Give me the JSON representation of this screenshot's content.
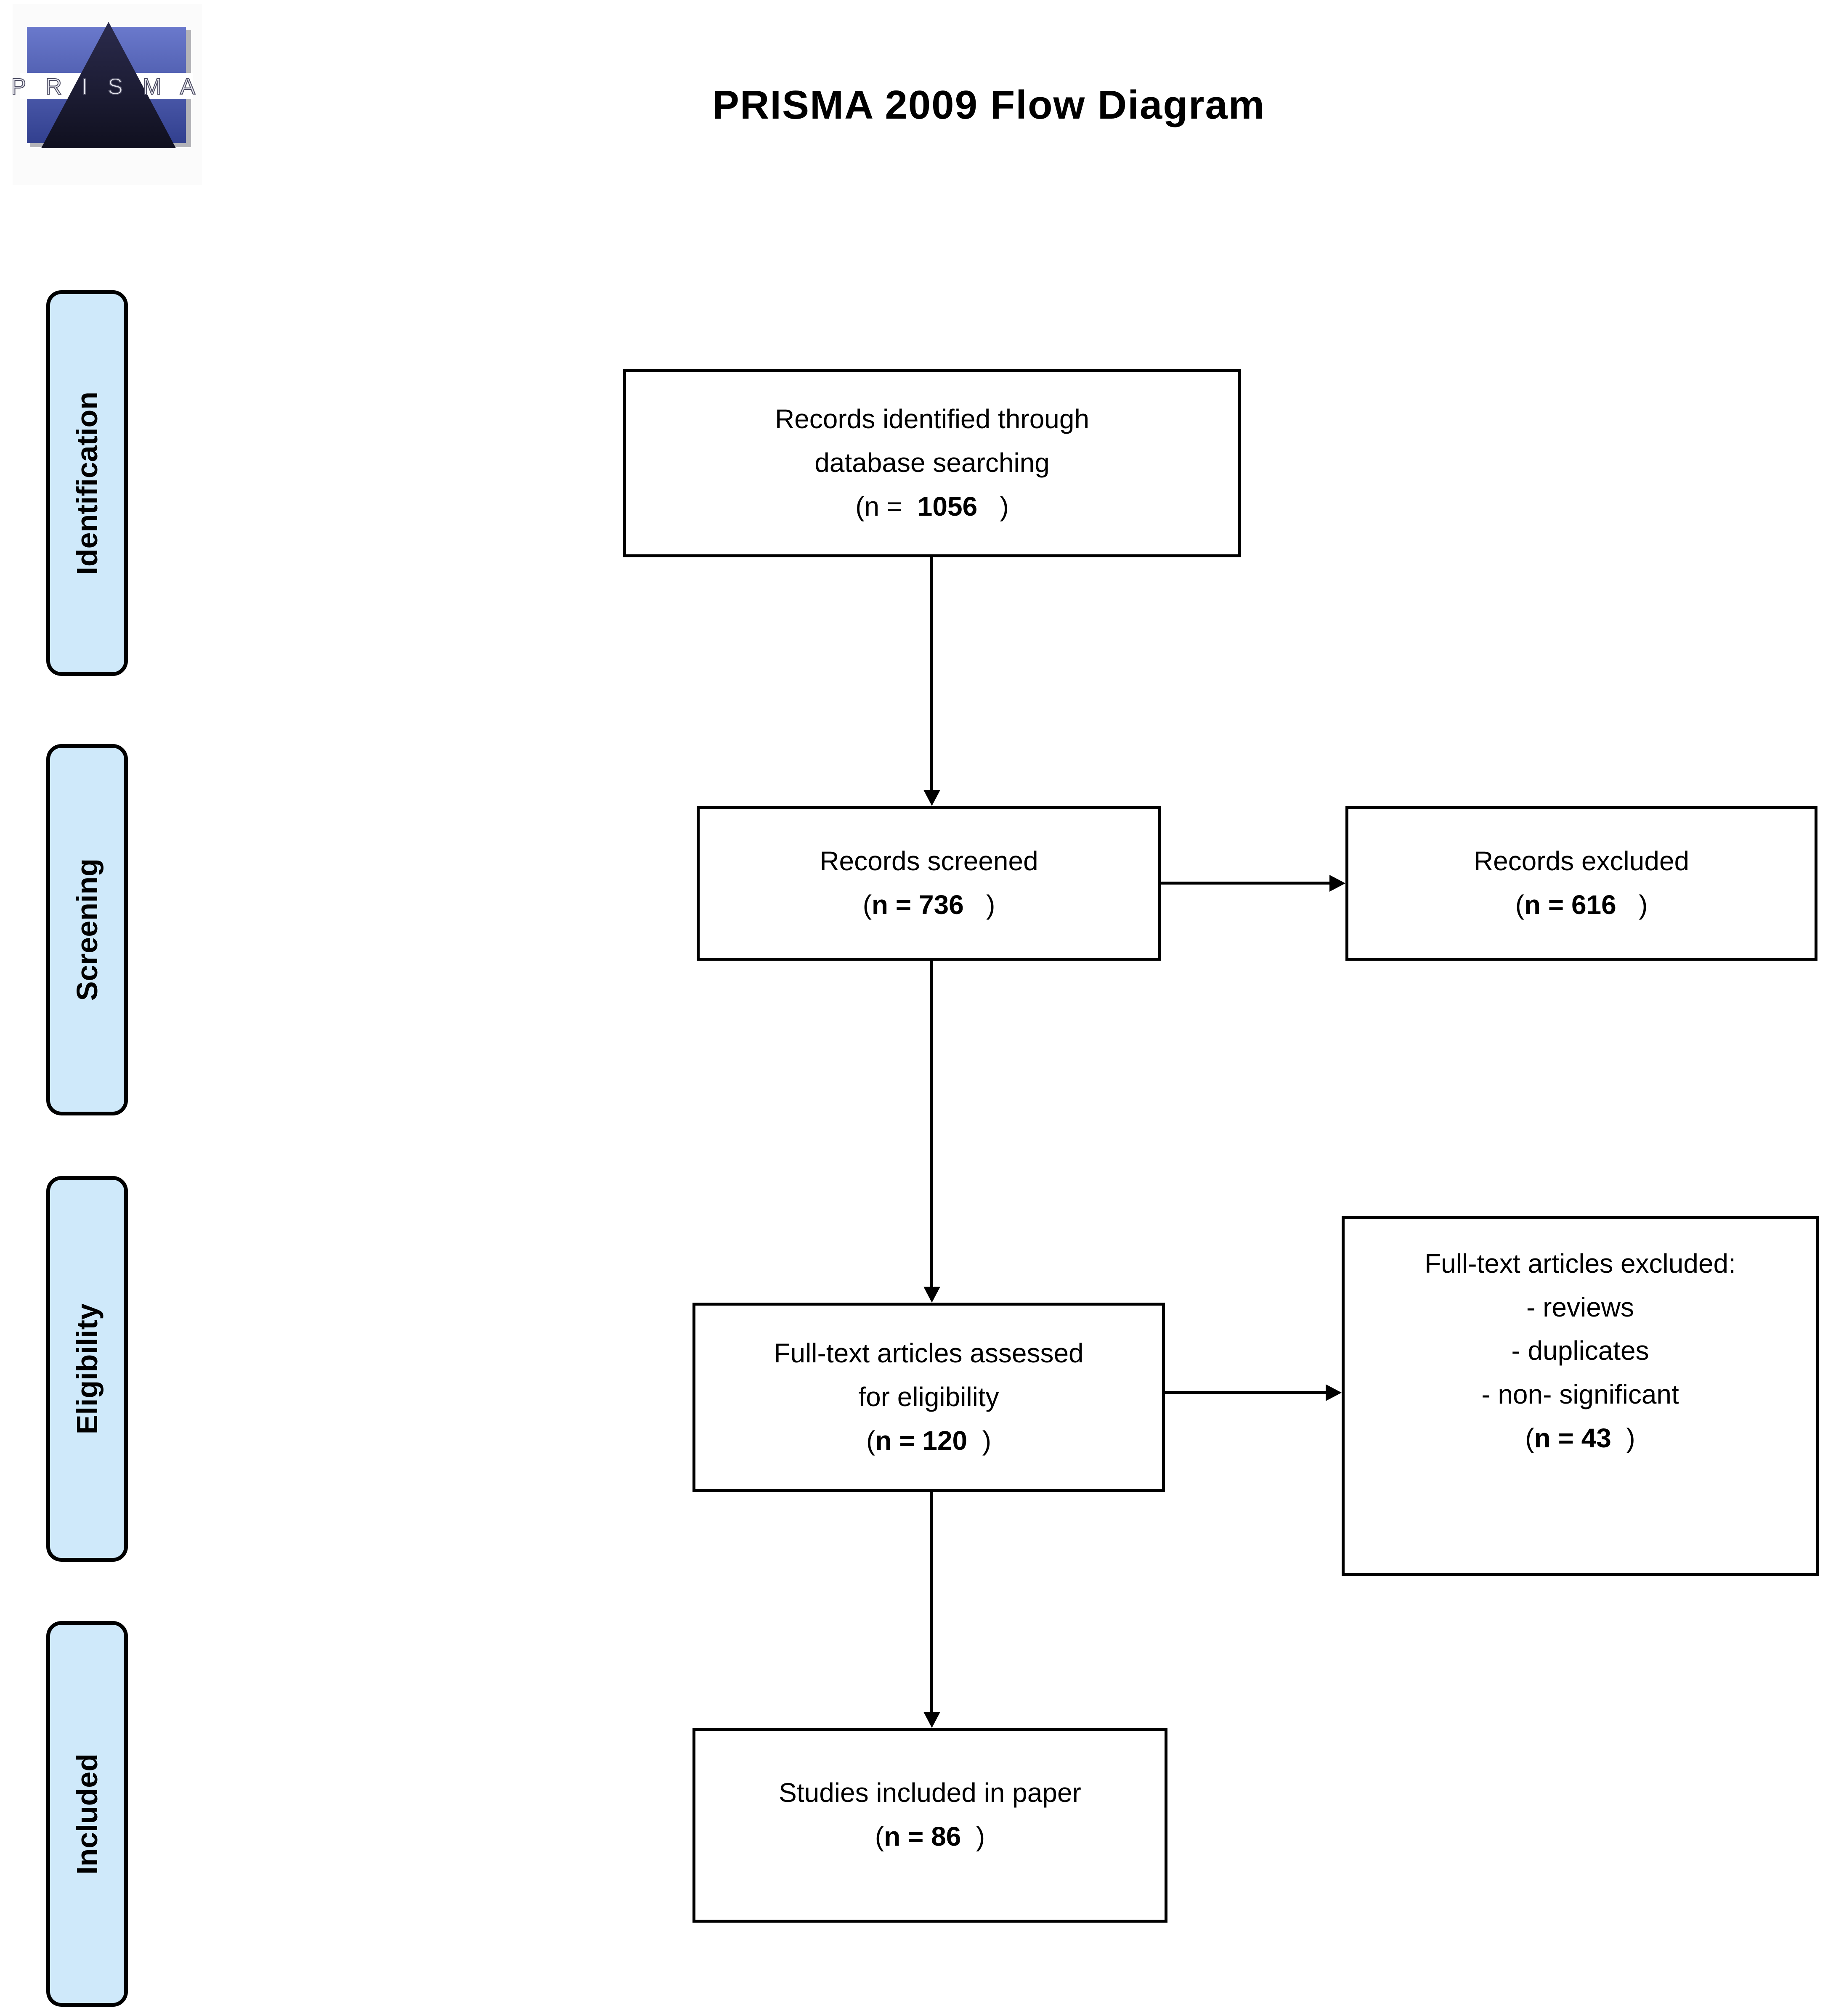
{
  "page": {
    "title": "PRISMA 2009 Flow Diagram"
  },
  "logo": {
    "letters": "P R I S M A"
  },
  "colors": {
    "stage_fill": "#cfe9fa",
    "line_color": "#000000",
    "logo_blue_light": "#6a79cc",
    "logo_blue_dark": "#32408f",
    "logo_triangle_dark": "#10101f",
    "logo_letter_fill": "#e6e6ee"
  },
  "stages": [
    {
      "label": "Identification"
    },
    {
      "label": "Screening"
    },
    {
      "label": "Eligibility"
    },
    {
      "label": "Included"
    }
  ],
  "boxes": {
    "identified": {
      "line1": "Records identified through",
      "line2": "database searching",
      "n_open": "(n =  ",
      "n_value": "1056",
      "n_close": "   )"
    },
    "screened": {
      "line1": "Records screened",
      "n_open": "(",
      "n_value": "n = 736",
      "n_close": "   )"
    },
    "excluded": {
      "line1": "Records excluded",
      "n_open": "(",
      "n_value": "n = 616",
      "n_close": "   )"
    },
    "fulltext": {
      "line1": "Full-text articles assessed",
      "line2": "for eligibility",
      "n_open": "(",
      "n_value": "n = 120",
      "n_close": "  )"
    },
    "ft_excluded": {
      "line1": "Full-text articles excluded:",
      "bullet1": "- reviews",
      "bullet2": "- duplicates",
      "bullet3": "- non- significant",
      "n_open": "(",
      "n_value": "n = 43",
      "n_close": "  )"
    },
    "included": {
      "line1": "Studies included in paper",
      "n_open": "(",
      "n_value": "n = 86",
      "n_close": "  )"
    }
  }
}
